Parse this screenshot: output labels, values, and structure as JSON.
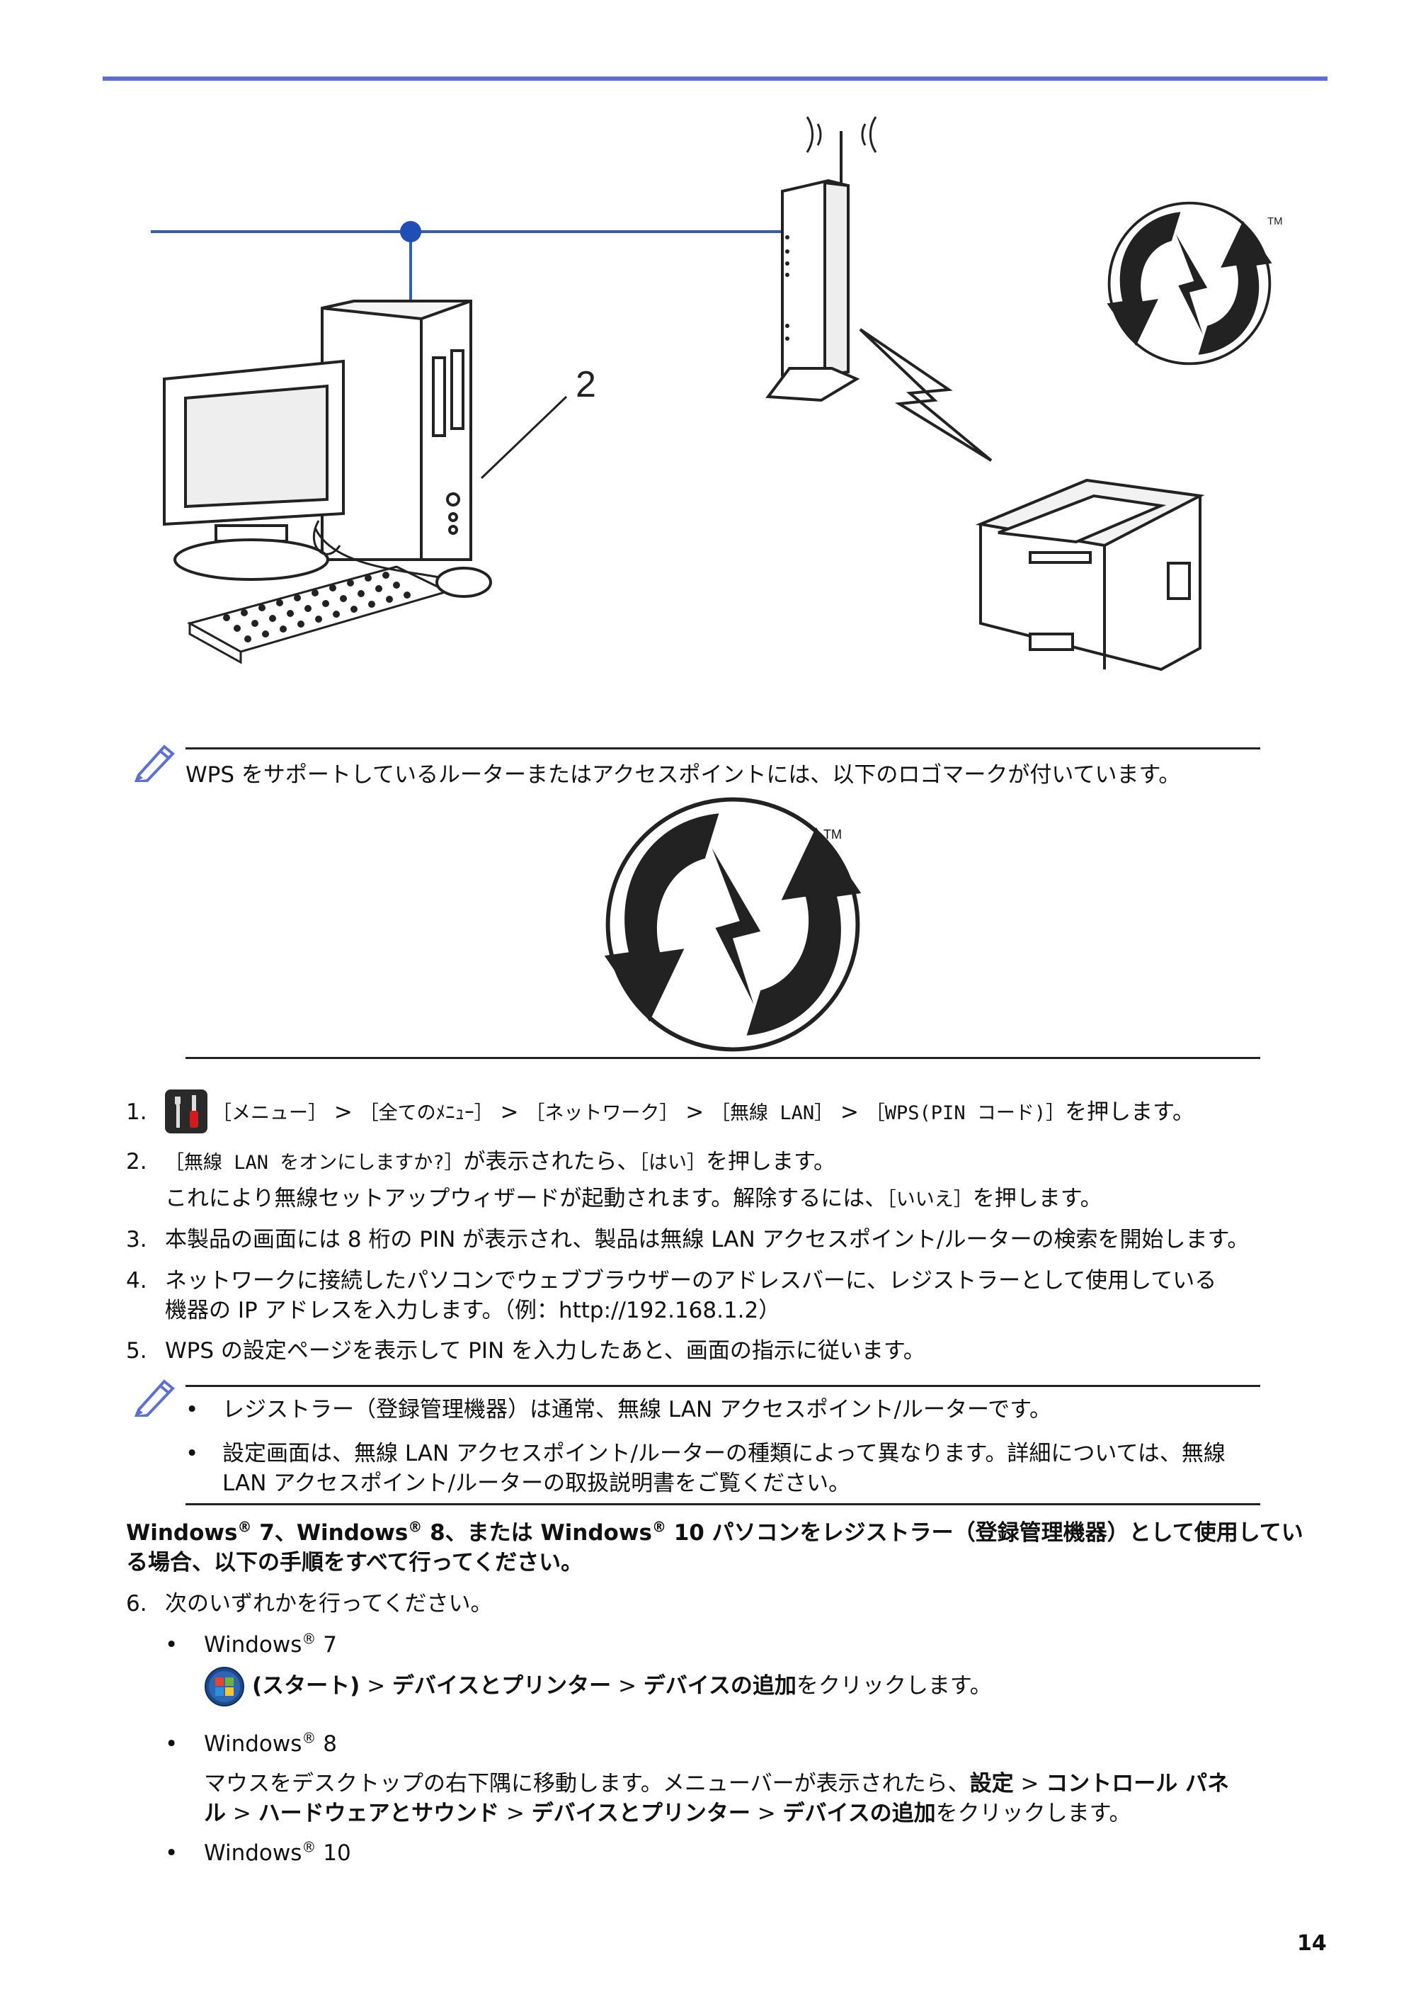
{
  "diagram": {
    "callout_number": "2",
    "wps_tm": "TM"
  },
  "note1": {
    "text": "WPS をサポートしているルーターまたはアクセスポイントには、以下のロゴマークが付いています。",
    "logo_tm": "TM"
  },
  "steps": {
    "s1": {
      "num": "1.",
      "menu": "［メニュー］",
      "sep1": " > ",
      "all_menu": "［全てのﾒﾆｭｰ］",
      "sep2": " > ",
      "network": "［ネットワーク］",
      "sep3": " > ",
      "wlan": "［無線 LAN］",
      "sep4": " > ",
      "wps_pin": "［WPS(PIN コード)］",
      "tail": "を押します。"
    },
    "s2": {
      "num": "2.",
      "prompt": "［無線 LAN をオンにしますか?］",
      "mid": "が表示されたら、",
      "yes": "［はい］",
      "tail": "を押します。",
      "line2_a": "これにより無線セットアップウィザードが起動されます。解除するには、",
      "no": "［いいえ］",
      "line2_b": "を押します。"
    },
    "s3": {
      "num": "3.",
      "text": "本製品の画面には 8 桁の PIN が表示され、製品は無線 LAN アクセスポイント/ルーターの検索を開始します。"
    },
    "s4": {
      "num": "4.",
      "line1": "ネットワークに接続したパソコンでウェブブラウザーのアドレスバーに、レジストラーとして使用している",
      "line2": "機器の IP アドレスを入力します。（例：http://192.168.1.2）"
    },
    "s5": {
      "num": "5.",
      "text": "WPS の設定ページを表示して PIN を入力したあと、画面の指示に従います。"
    }
  },
  "note2": {
    "bullet1": "レジストラー（登録管理機器）は通常、無線 LAN アクセスポイント/ルーターです。",
    "bullet2_line1": "設定画面は、無線 LAN アクセスポイント/ルーターの種類によって異なります。詳細については、無線",
    "bullet2_line2": "LAN アクセスポイント/ルーターの取扱説明書をご覧ください。"
  },
  "heading": {
    "w1": "Windows",
    "w1_ver": " 7、",
    "w2": "Windows",
    "w2_ver": " 8、または ",
    "w3": "Windows",
    "w3_ver": " 10 パソコンをレジストラー（登録管理機器）として使用してい",
    "line2": "る場合、以下の手順をすべて行ってください。",
    "reg": "®"
  },
  "step6": {
    "num": "6.",
    "text": "次のいずれかを行ってください。",
    "win7": {
      "label": "Windows",
      "ver": " 7",
      "start": "(スタート)",
      "sep1": " > ",
      "devices": "デバイスとプリンター",
      "sep2": " > ",
      "add": "デバイスの追加",
      "tail": "をクリックします。"
    },
    "win8": {
      "label": "Windows",
      "ver": " 8",
      "line1_a": "マウスをデスクトップの右下隅に移動します。メニューバーが表示されたら、",
      "settings": "設定",
      "sep1": " > ",
      "control_panel": "コントロール パネ",
      "line2_a": "ル",
      "sep2": " > ",
      "hardware": "ハードウェアとサウンド",
      "sep3": " > ",
      "devices": "デバイスとプリンター",
      "sep4": " > ",
      "add": "デバイスの追加",
      "tail": "をクリックします。"
    },
    "win10": {
      "label": "Windows",
      "ver": " 10"
    },
    "reg": "®",
    "bullet": "•"
  },
  "page_number": "14",
  "colors": {
    "accent_bar": "#5b6fd4",
    "line_blue": "#2f5db8",
    "node_blue": "#1f4fb5"
  }
}
